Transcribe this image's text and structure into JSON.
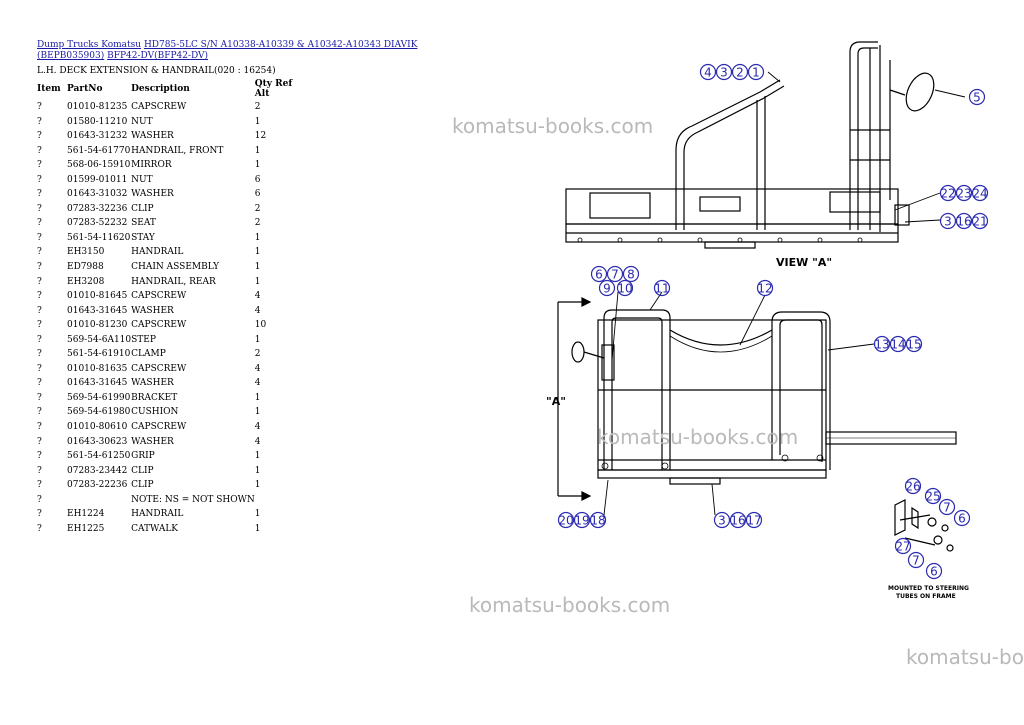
{
  "breadcrumb": {
    "link1": "Dump Trucks Komatsu",
    "link2": "HD785-5LC S/N A10338-A10339 & A10342-A10343 DIAVIK (BEPB035903)",
    "link3": "BFP42-DV(BFP42-DV)"
  },
  "subtitle": "L.H. DECK EXTENSION & HANDRAIL(020 : 16254)",
  "table": {
    "headers": [
      "Item",
      "PartNo",
      "Description",
      "Qty Ref Alt"
    ],
    "rows": [
      [
        "?",
        "01010-81235",
        "CAPSCREW",
        "2"
      ],
      [
        "?",
        "01580-11210",
        "NUT",
        "1"
      ],
      [
        "?",
        "01643-31232",
        "WASHER",
        "12"
      ],
      [
        "?",
        "561-54-61770",
        "HANDRAIL, FRONT",
        "1"
      ],
      [
        "?",
        "568-06-15910",
        "MIRROR",
        "1"
      ],
      [
        "?",
        "01599-01011",
        "NUT",
        "6"
      ],
      [
        "?",
        "01643-31032",
        "WASHER",
        "6"
      ],
      [
        "?",
        "07283-32236",
        "CLIP",
        "2"
      ],
      [
        "?",
        "07283-52232",
        "SEAT",
        "2"
      ],
      [
        "?",
        "561-54-11620",
        "STAY",
        "1"
      ],
      [
        "?",
        "EH3150",
        "HANDRAIL",
        "1"
      ],
      [
        "?",
        "ED7988",
        "CHAIN ASSEMBLY",
        "1"
      ],
      [
        "?",
        "EH3208",
        "HANDRAIL, REAR",
        "1"
      ],
      [
        "?",
        "01010-81645",
        "CAPSCREW",
        "4"
      ],
      [
        "?",
        "01643-31645",
        "WASHER",
        "4"
      ],
      [
        "?",
        "01010-81230",
        "CAPSCREW",
        "10"
      ],
      [
        "?",
        "569-54-6A110",
        "STEP",
        "1"
      ],
      [
        "?",
        "561-54-61910",
        "CLAMP",
        "2"
      ],
      [
        "?",
        "01010-81635",
        "CAPSCREW",
        "4"
      ],
      [
        "?",
        "01643-31645",
        "WASHER",
        "4"
      ],
      [
        "?",
        "569-54-61990",
        "BRACKET",
        "1"
      ],
      [
        "?",
        "569-54-61980",
        "CUSHION",
        "1"
      ],
      [
        "?",
        "01010-80610",
        "CAPSCREW",
        "4"
      ],
      [
        "?",
        "01643-30623",
        "WASHER",
        "4"
      ],
      [
        "?",
        "561-54-61250",
        "GRIP",
        "1"
      ],
      [
        "?",
        "07283-23442",
        "CLIP",
        "1"
      ],
      [
        "?",
        "07283-22236",
        "CLIP",
        "1"
      ],
      [
        "?",
        "",
        "NOTE: NS = NOT SHOWN",
        ""
      ],
      [
        "?",
        "EH1224",
        "HANDRAIL",
        "1"
      ],
      [
        "?",
        "EH1225",
        "CATWALK",
        "1"
      ]
    ]
  },
  "watermark": "komatsu-books.com",
  "diagram": {
    "view_label": "VIEW \"A\"",
    "a_label": "\"A\"",
    "note_line1": "MOUNTED TO STEERING",
    "note_line2": "TUBES ON FRAME",
    "callouts": {
      "top_left": [
        "4",
        "3",
        "2",
        "1"
      ],
      "mirror": "5",
      "right_upper": [
        "22",
        "23",
        "24"
      ],
      "right_lower": [
        "3",
        "16",
        "21"
      ],
      "mid_left_top": [
        "6",
        "7",
        "8"
      ],
      "mid_left_bottom": [
        "9",
        "10"
      ],
      "c11": "11",
      "c12": "12",
      "right_mid": [
        "13",
        "14",
        "15"
      ],
      "bottom_left": [
        "20",
        "19",
        "18"
      ],
      "bottom_mid": [
        "3",
        "16",
        "17"
      ],
      "detail": [
        "26",
        "25",
        "7",
        "6",
        "27",
        "7",
        "6"
      ]
    }
  },
  "colors": {
    "link": "#1a1aa6",
    "callout": "#2b2bb0",
    "watermark": "#b9b9b9"
  }
}
